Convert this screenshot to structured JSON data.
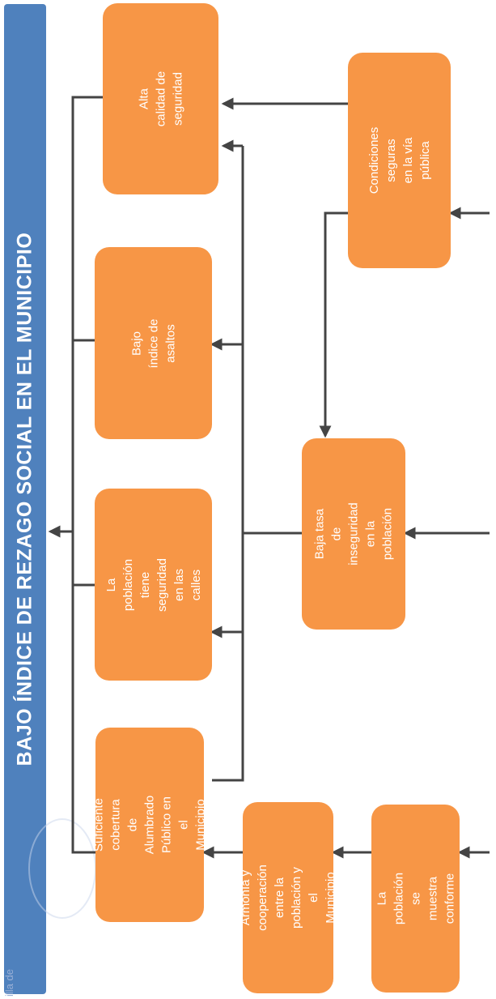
{
  "title": "BAJO ÍNDICE DE REZAGO SOCIAL EN EL MUNICIPIO",
  "colors": {
    "title_bar": "#4f81bd",
    "box": "#f79646",
    "connector": "#444444"
  },
  "boxes": {
    "alta_calidad": "Alta calidad de\nseguridad",
    "bajo_asaltos": "Bajo índice de asaltos",
    "poblacion_seguridad": "La población tiene\nseguridad en las calles",
    "alumbrado": "Suficiente cobertura de\nAlumbrado Público en el\nMunicipio",
    "condiciones": "Condiciones seguras\nen la vía pública",
    "baja_inseguridad": "Baja tasa de inseguridad\nen la población",
    "armonia": "Armonía y cooperación\nentre la población y el\nMunicipio",
    "conforme": "La población se muestra\nconforme"
  },
  "signature": "",
  "footer_fragment": "illa de"
}
